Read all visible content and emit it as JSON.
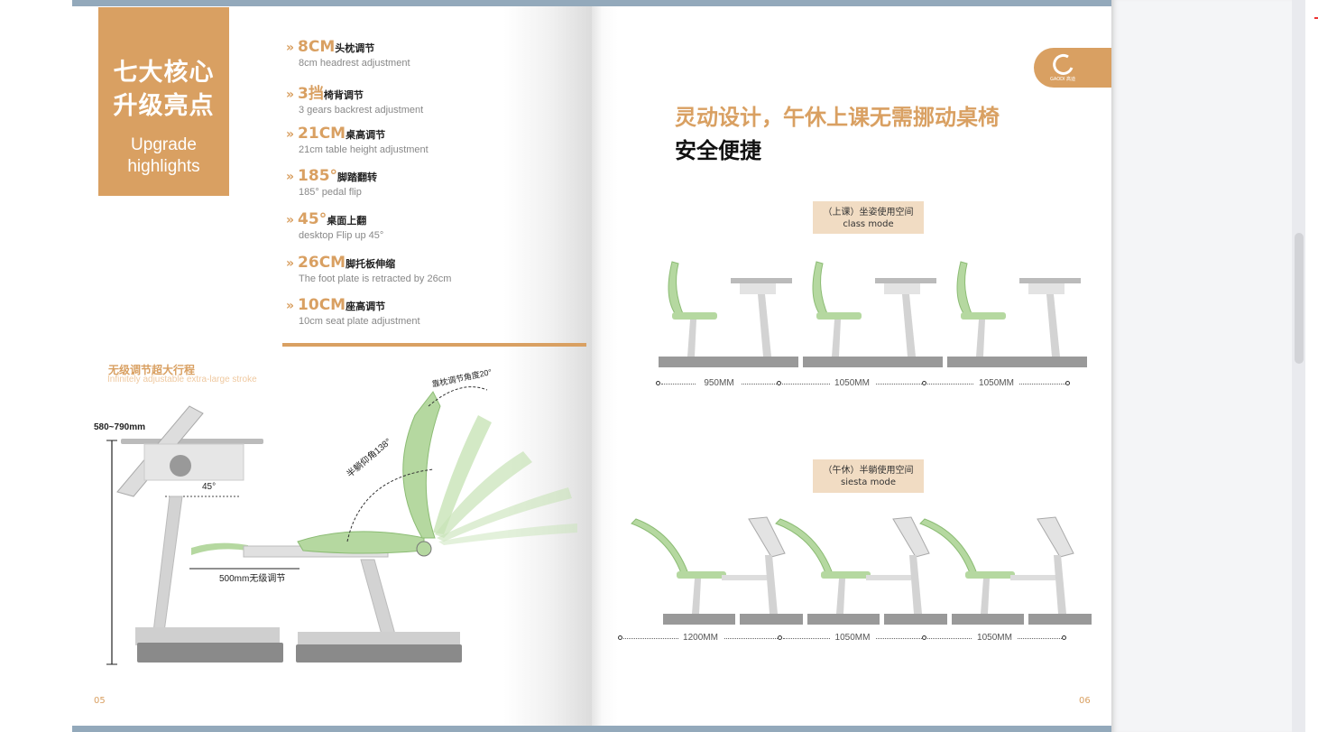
{
  "left_page": {
    "hero": {
      "title_line1": "七大核心",
      "title_line2": "升级亮点",
      "subtitle_line1": "Upgrade",
      "subtitle_line2": "highlights"
    },
    "features": [
      {
        "value": "8CM",
        "label": "头枕调节",
        "desc": "8cm  headrest adjustment"
      },
      {
        "value": "3挡",
        "label": "椅背调节",
        "desc": "3 gears backrest adjustment"
      },
      {
        "value": "21CM",
        "label": "桌高调节",
        "desc": "21cm table height adjustment"
      },
      {
        "value": "185°",
        "label": "脚踏翻转",
        "desc": "185° pedal flip"
      },
      {
        "value": "45°",
        "label": "桌面上翻",
        "desc": "desktop Flip up  45°"
      },
      {
        "value": "26CM",
        "label": "脚托板伸缩",
        "desc": "The foot plate is retracted by 26cm"
      },
      {
        "value": "10CM",
        "label": "座高调节",
        "desc": "10cm seat plate adjustment"
      }
    ],
    "section_title": "无级调节超大行程",
    "section_subtitle": "Infinitely adjustable extra-large stroke",
    "annotations": {
      "height_range": "580~790mm",
      "desk_angle": "45°",
      "footrest": "500mm无级调节",
      "recline": "半躺仰角138°",
      "headrest": "靠枕调节角度20°"
    },
    "page_number": "05"
  },
  "right_page": {
    "headline": "灵动设计，午休上课无需挪动桌椅",
    "subheadline": "安全便捷",
    "logo_text": "GAODI 高迪",
    "class_mode": {
      "cn": "（上课）坐姿使用空间",
      "en": "class mode",
      "dims": [
        "950MM",
        "1050MM",
        "1050MM"
      ]
    },
    "siesta_mode": {
      "cn": "（午休）半躺使用空间",
      "en": "siesta mode",
      "dims": [
        "1200MM",
        "1050MM",
        "1050MM"
      ]
    },
    "page_number": "06"
  },
  "colors": {
    "accent": "#d9a062",
    "chair_green": "#b5d8a0",
    "frame_gray": "#c9c9c9",
    "bar": "#93a9bb"
  }
}
